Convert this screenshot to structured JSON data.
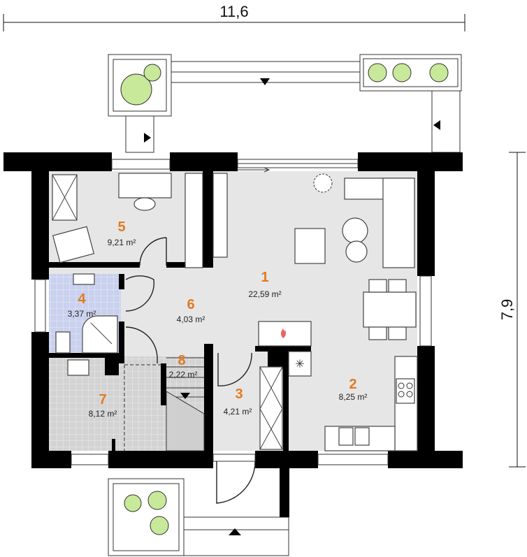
{
  "dimensions": {
    "width": "11,6",
    "height": "7,9"
  },
  "rooms": [
    {
      "number": "1",
      "area": "22,59 m²"
    },
    {
      "number": "2",
      "area": "8,25 m²"
    },
    {
      "number": "3",
      "area": "4,21 m²"
    },
    {
      "number": "4",
      "area": "3,37 m²"
    },
    {
      "number": "5",
      "area": "9,21 m²"
    },
    {
      "number": "6",
      "area": "4,03 m²"
    },
    {
      "number": "7",
      "area": "8,12 m²"
    },
    {
      "number": "8",
      "area": "2,22 m²"
    }
  ],
  "colors": {
    "label": "#e07b22",
    "floor": "#e6e6e6",
    "bathroom": "#c9d1ee",
    "utility": "#d3d3d3",
    "wall": "#000000"
  }
}
